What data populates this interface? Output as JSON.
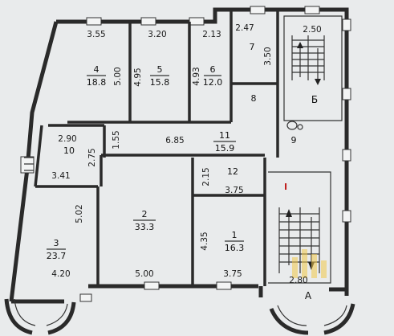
{
  "colors": {
    "background": "#e9ebec",
    "walls": "#2a2a2a",
    "accent": "#c0201e",
    "watermark": "#f2c94c"
  },
  "rooms": [
    {
      "id": "r1",
      "number": "1",
      "area": "16.3",
      "dims": [
        "4.35",
        "3.75"
      ]
    },
    {
      "id": "r2",
      "number": "2",
      "area": "33.3",
      "dims": [
        "5.00"
      ]
    },
    {
      "id": "r3",
      "number": "3",
      "area": "23.7",
      "dims": [
        "5.02",
        "4.20"
      ]
    },
    {
      "id": "r4",
      "number": "4",
      "area": "18.8",
      "dims": [
        "3.55",
        "5.00"
      ]
    },
    {
      "id": "r5",
      "number": "5",
      "area": "15.8",
      "dims": [
        "3.20",
        "4.95"
      ]
    },
    {
      "id": "r6",
      "number": "6",
      "area": "12.0",
      "dims": [
        "2.13",
        "4.93"
      ]
    },
    {
      "id": "r7",
      "number": "7",
      "dims": [
        "2.47",
        "3.50"
      ]
    },
    {
      "id": "r8",
      "number": "8"
    },
    {
      "id": "r9",
      "number": "9"
    },
    {
      "id": "r10",
      "number": "10",
      "dims": [
        "2.90",
        "2.75",
        "3.41"
      ]
    },
    {
      "id": "r11",
      "number": "11",
      "area": "15.9",
      "dims": [
        "1.55",
        "6.85"
      ]
    },
    {
      "id": "r12",
      "number": "12",
      "dims": [
        "2.15",
        "3.75"
      ]
    }
  ],
  "stairs": {
    "a": {
      "letter": "А",
      "dim": "2.80"
    },
    "b": {
      "letter": "Б",
      "dim": "2.50"
    }
  },
  "marker": "I"
}
